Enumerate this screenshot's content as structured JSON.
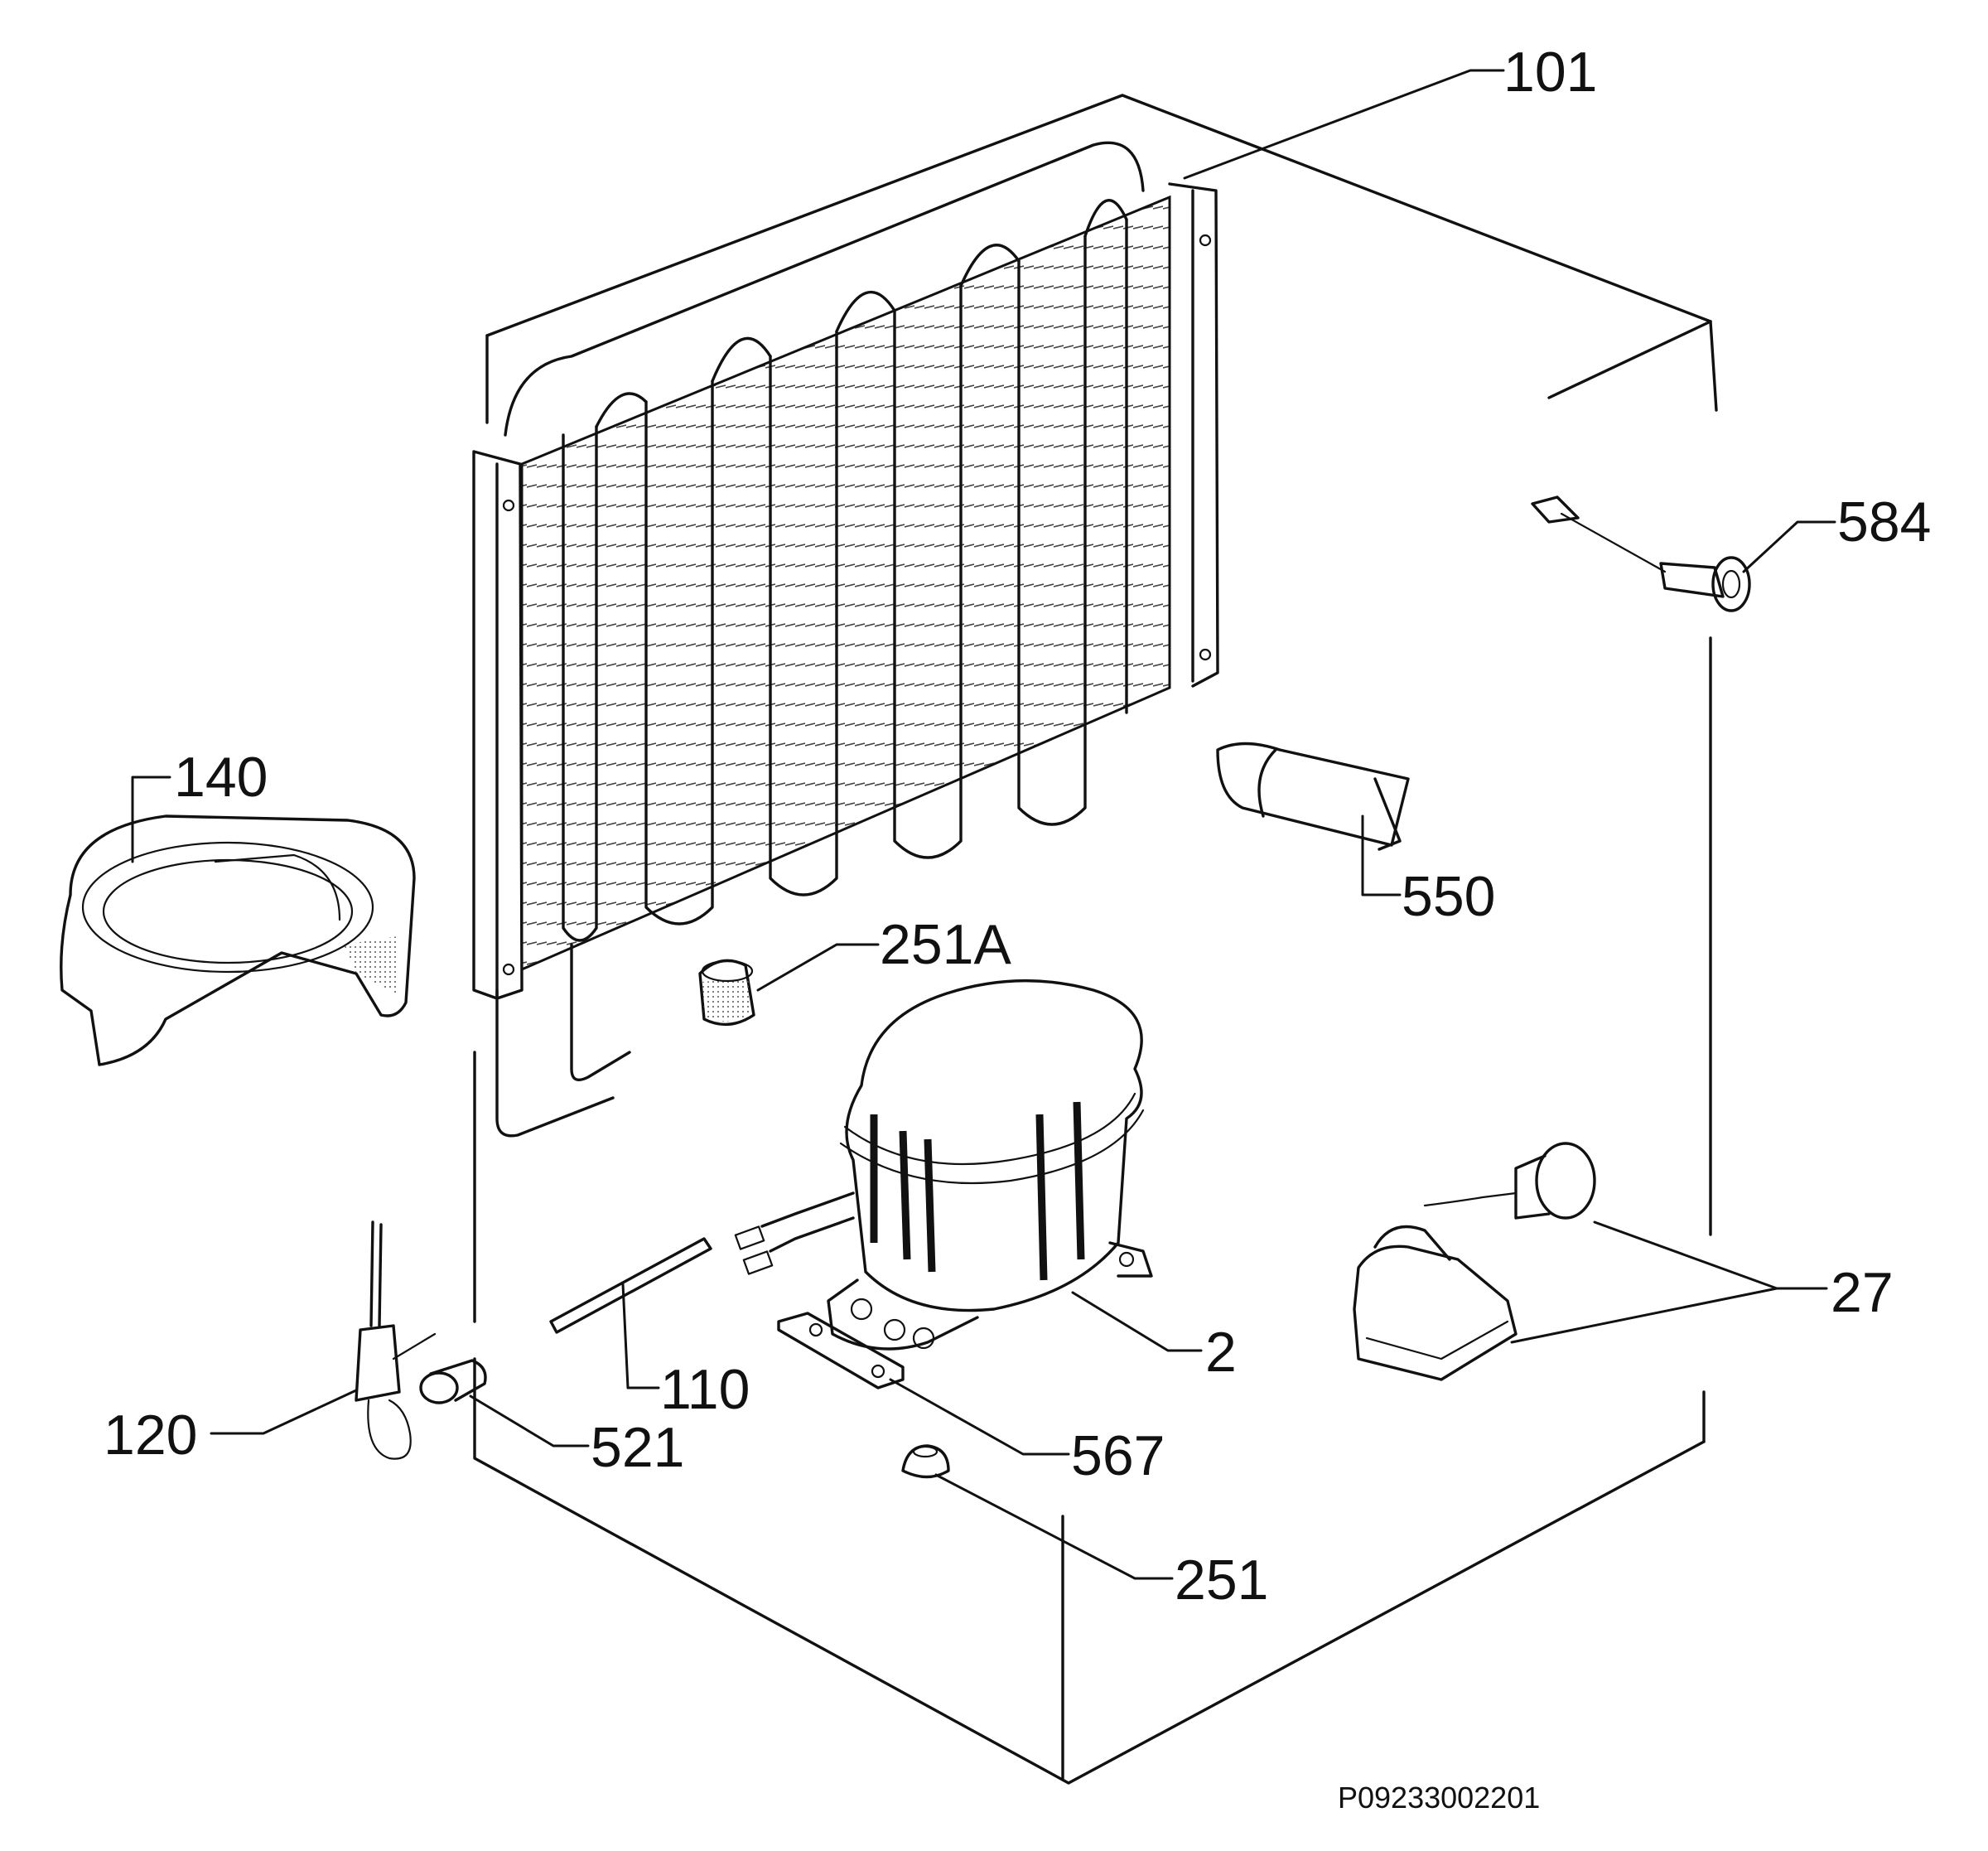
{
  "labels": {
    "l101": "101",
    "l584": "584",
    "l140": "140",
    "l550": "550",
    "l251a": "251A",
    "l27": "27",
    "l2": "2",
    "l110": "110",
    "l120": "120",
    "l521": "521",
    "l567": "567",
    "l251": "251"
  },
  "drawing_code": "P09233002201"
}
